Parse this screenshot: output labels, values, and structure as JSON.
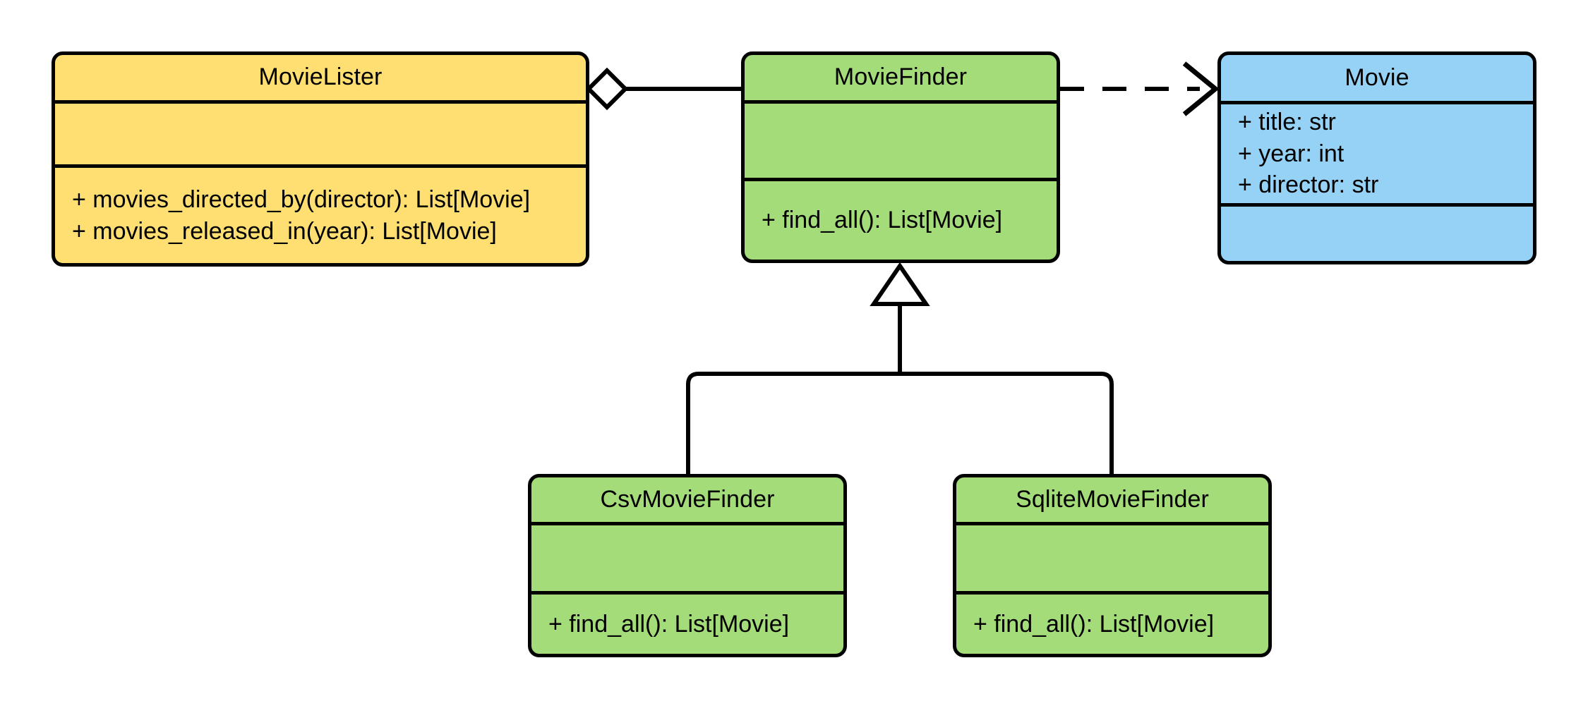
{
  "diagram": {
    "type": "uml-class-diagram",
    "title": "MovieLister Dependency Injection Class Diagram",
    "background_color": "#ffffff",
    "line_color": "#000000"
  },
  "colors": {
    "yellow": "#ffde72",
    "green": "#a5dc7a",
    "blue": "#95d2f5",
    "stroke": "#000000"
  },
  "classes": [
    {
      "id": "movie-lister",
      "name": "MovieLister",
      "fill": "#ffde72",
      "attributes": [],
      "methods": [
        "+ movies_directed_by(director): List[Movie]",
        "+ movies_released_in(year): List[Movie]"
      ]
    },
    {
      "id": "movie-finder",
      "name": "MovieFinder",
      "fill": "#a5dc7a",
      "attributes": [],
      "methods": [
        "+ find_all(): List[Movie]"
      ]
    },
    {
      "id": "movie",
      "name": "Movie",
      "fill": "#95d2f5",
      "attributes": [
        "+ title: str",
        "+ year: int",
        "+ director: str"
      ],
      "methods": []
    },
    {
      "id": "csv-movie-finder",
      "name": "CsvMovieFinder",
      "fill": "#a5dc7a",
      "attributes": [],
      "methods": [
        "+ find_all(): List[Movie]"
      ]
    },
    {
      "id": "sqlite-movie-finder",
      "name": "SqliteMovieFinder",
      "fill": "#a5dc7a",
      "attributes": [],
      "methods": [
        "+ find_all(): List[Movie]"
      ]
    }
  ],
  "relationships": [
    {
      "id": "aggregation-lister-finder",
      "kind": "aggregation",
      "from": "MovieLister",
      "to": "MovieFinder",
      "marker": "hollow-diamond",
      "line_style": "solid",
      "label": ""
    },
    {
      "id": "dependency-finder-movie",
      "kind": "dependency",
      "from": "MovieFinder",
      "to": "Movie",
      "marker": "open-arrow",
      "line_style": "dashed",
      "label": ""
    },
    {
      "id": "inheritance-csv-finder",
      "kind": "generalization",
      "from": "CsvMovieFinder",
      "to": "MovieFinder",
      "marker": "hollow-triangle",
      "line_style": "solid",
      "label": ""
    },
    {
      "id": "inheritance-sqlite-finder",
      "kind": "generalization",
      "from": "SqliteMovieFinder",
      "to": "MovieFinder",
      "marker": "hollow-triangle",
      "line_style": "solid",
      "label": ""
    }
  ]
}
